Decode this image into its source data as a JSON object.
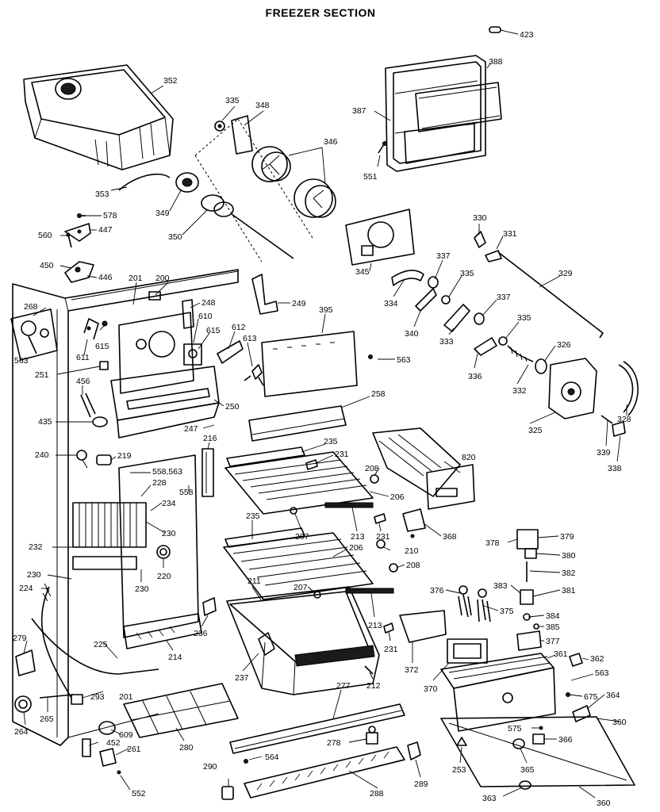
{
  "title": "FREEZER SECTION",
  "labels": {
    "l423": "423",
    "l388": "388",
    "l387": "387",
    "l551": "551",
    "l352": "352",
    "l335a": "335",
    "l348": "348",
    "l346": "346",
    "l353": "353",
    "l349": "349",
    "l350": "350",
    "l578": "578",
    "l560": "560",
    "l447": "447",
    "l450": "450",
    "l446": "446",
    "l201a": "201",
    "l200": "200",
    "l249": "249",
    "l268": "268",
    "l248": "248",
    "l610": "610",
    "l612": "612",
    "l613": "613",
    "l615a": "615",
    "l615b": "615",
    "l611": "611",
    "l563a": "563",
    "l251": "251",
    "l345": "345",
    "l395": "395",
    "l330": "330",
    "l331": "331",
    "l337a": "337",
    "l335b": "335",
    "l329": "329",
    "l334": "334",
    "l340": "340",
    "l337b": "337",
    "l333": "333",
    "l335c": "335",
    "l336": "336",
    "l326": "326",
    "l332": "332",
    "l563b": "563",
    "l456": "456",
    "l435": "435",
    "l250": "250",
    "l258": "258",
    "l247": "247",
    "l325": "325",
    "l328": "328",
    "l339": "339",
    "l338": "338",
    "l240": "240",
    "l219": "219",
    "l216": "216",
    "l235a": "235",
    "l231a": "231",
    "l558563": "558,563",
    "l228": "228",
    "l558": "558",
    "l234": "234",
    "l208a": "208",
    "l820": "820",
    "l206a": "206",
    "l230a": "230",
    "l232": "232",
    "l235b": "235",
    "l207a": "207",
    "l213a": "213",
    "l231b": "231",
    "l368": "368",
    "l220": "220",
    "l230b": "230",
    "l230c": "230",
    "l224": "224",
    "l206b": "206",
    "l210": "210",
    "l208b": "208",
    "l378": "378",
    "l379": "379",
    "l380": "380",
    "l382": "382",
    "l383": "383",
    "l381": "381",
    "l211": "211",
    "l207b": "207",
    "l376": "376",
    "l375": "375",
    "l384": "384",
    "l385": "385",
    "l377": "377",
    "l213b": "213",
    "l231c": "231",
    "l236": "236",
    "l279": "279",
    "l225": "225",
    "l214": "214",
    "l237": "237",
    "l372": "372",
    "l361": "361",
    "l362": "362",
    "l563c": "563",
    "l212": "212",
    "l370": "370",
    "l675": "675",
    "l364": "364",
    "l201b": "201",
    "l293": "293",
    "l277": "277",
    "l265": "265",
    "l264": "264",
    "l609": "609",
    "l280": "280",
    "l575": "575",
    "l366": "366",
    "l360a": "360",
    "l452": "452",
    "l261": "261",
    "l278": "278",
    "l564": "564",
    "l253": "253",
    "l365": "365",
    "l290": "290",
    "l289": "289",
    "l552": "552",
    "l288": "288",
    "l363": "363",
    "l360b": "360"
  }
}
